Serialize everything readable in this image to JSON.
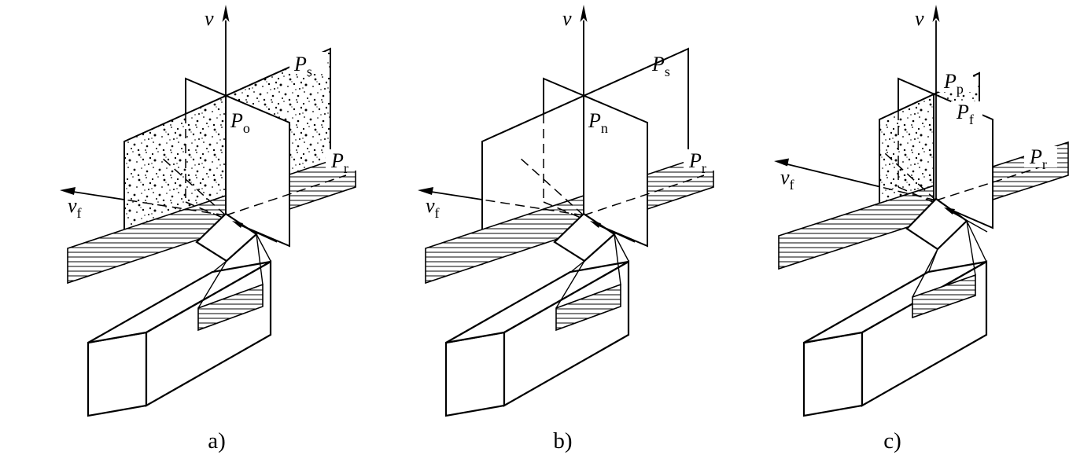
{
  "figure": {
    "background": "#ffffff",
    "line_color": "#000000",
    "panels": [
      {
        "caption": "a)",
        "v": {
          "base": "v",
          "sub": ""
        },
        "vf": {
          "base": "v",
          "sub": "f"
        },
        "plane1": {
          "base": "P",
          "sub": "s"
        },
        "plane2": {
          "base": "P",
          "sub": "o"
        },
        "plane3": {
          "base": "P",
          "sub": "r"
        }
      },
      {
        "caption": "b)",
        "v": {
          "base": "v",
          "sub": ""
        },
        "vf": {
          "base": "v",
          "sub": "f"
        },
        "plane1": {
          "base": "P",
          "sub": "s"
        },
        "plane2": {
          "base": "P",
          "sub": "n"
        },
        "plane3": {
          "base": "P",
          "sub": "r"
        }
      },
      {
        "caption": "c)",
        "v": {
          "base": "v",
          "sub": ""
        },
        "vf": {
          "base": "v",
          "sub": "f"
        },
        "plane1": {
          "base": "P",
          "sub": "p"
        },
        "plane2": {
          "base": "P",
          "sub": "f"
        },
        "plane3": {
          "base": "P",
          "sub": "r"
        }
      }
    ]
  }
}
